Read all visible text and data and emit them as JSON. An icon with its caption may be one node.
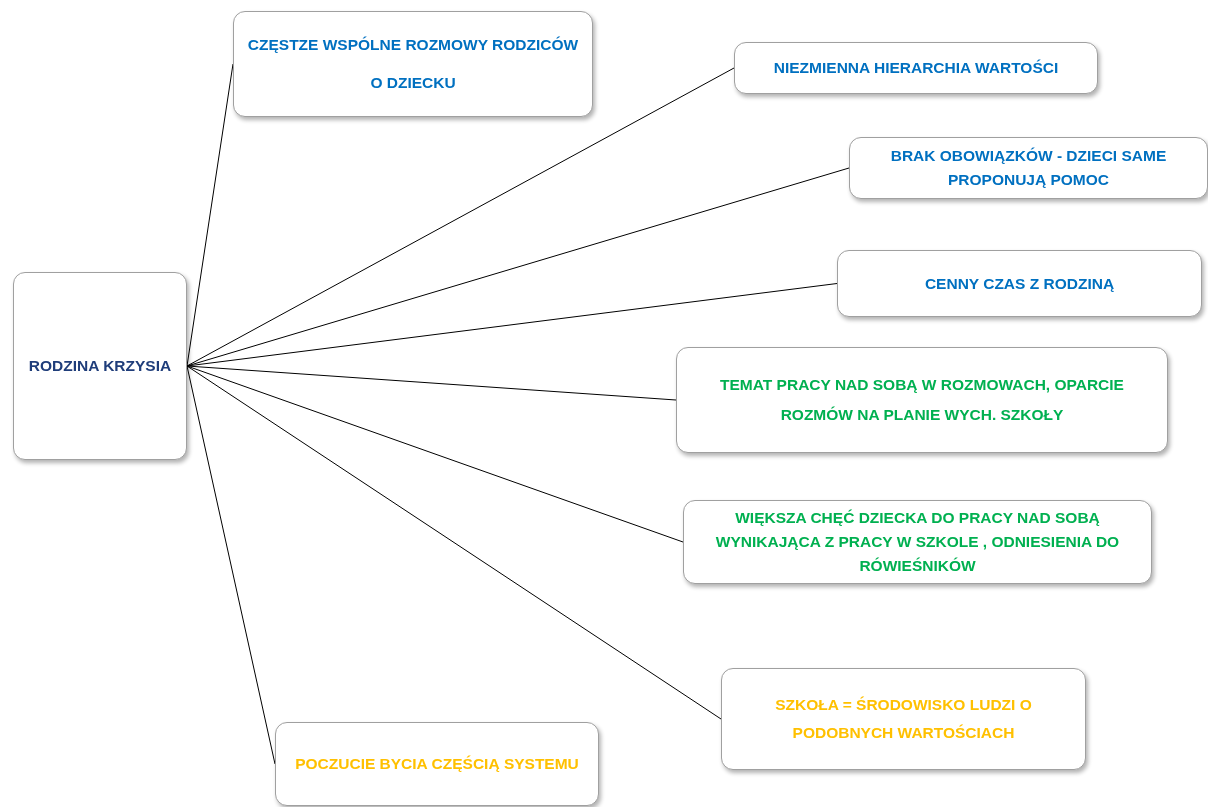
{
  "diagram": {
    "nodes": [
      {
        "text": [
          "RODZINA KRZYSIA"
        ]
      },
      {
        "text": [
          "CZĘSTZE WSPÓLNE ROZMOWY RODZICÓW O DZIECKU"
        ]
      },
      {
        "text": [
          "NIEZMIENNA HIERARCHIA WARTOŚCI"
        ]
      },
      {
        "text": [
          "BRAK OBOWIĄZKÓW - DZIECI SAME PROPONUJĄ POMOC"
        ]
      },
      {
        "text": [
          "CENNY CZAS Z RODZINĄ"
        ]
      },
      {
        "text": [
          "TEMAT PRACY NAD SOBĄ W ROZMOWACH, OPARCIE ROZMÓW NA PLANIE WYCH. SZKOŁY"
        ]
      },
      {
        "text": [
          "WIĘKSZA CHĘĆ DZIECKA DO PRACY NAD SOBĄ WYNIKAJĄCA Z PRACY W SZKOLE , ODNIESIENIA DO RÓWIEŚNIKÓW"
        ]
      },
      {
        "text": [
          "SZKOŁA = ŚRODOWISKO LUDZI O PODOBNYCH WARTOŚCIACH"
        ]
      },
      {
        "text": [
          "POCZUCIE BYCIA CZĘŚCIĄ SYSTEMU"
        ]
      }
    ],
    "edges": [
      {
        "from": 0,
        "to": 1,
        "arrow": "none"
      },
      {
        "from": 0,
        "to": 2,
        "arrow": "none"
      },
      {
        "from": 0,
        "to": 3,
        "arrow": "none"
      },
      {
        "from": 0,
        "to": 4,
        "arrow": "none"
      },
      {
        "from": 0,
        "to": 5,
        "arrow": "none"
      },
      {
        "from": 0,
        "to": 6,
        "arrow": "none"
      },
      {
        "from": 0,
        "to": 7,
        "arrow": "none"
      },
      {
        "from": 0,
        "to": 8,
        "arrow": "none"
      }
    ]
  }
}
